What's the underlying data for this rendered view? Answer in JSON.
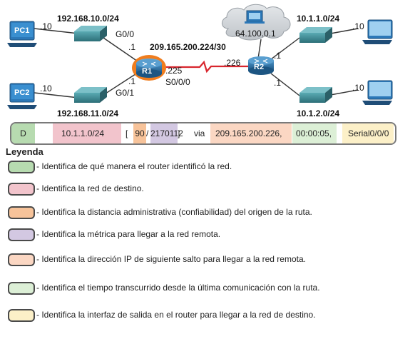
{
  "topology": {
    "lan_top_left": "192.168.10.0/24",
    "lan_bottom_left": "192.168.11.0/24",
    "wan_network": "209.165.200.224/30",
    "lan_top_right": "10.1.1.0/24",
    "lan_bottom_right": "10.1.2.0/24",
    "pc1_label": "PC1",
    "pc2_label": "PC2",
    "pc1_host": ".10",
    "pc2_host": ".10",
    "pc_top_right_host": ".10",
    "pc_bottom_right_host": ".10",
    "r1_label": "R1",
    "r2_label": "R2",
    "r1_g00": "G0/0",
    "r1_g01": "G0/1",
    "r1_g00_host": ".1",
    "r1_g01_host": ".1",
    "r1_serial_host": ".225",
    "r1_serial_if": "S0/0/0",
    "r2_serial_host": ".226",
    "r2_top_host": ".1",
    "r2_bottom_host": ".1",
    "cloud_host": "64.100.0.1"
  },
  "route_entry": {
    "code": "D",
    "network": "10.1.1.0/24",
    "bracket_open": "[",
    "ad": "90",
    "slash": "/",
    "metric": "2170112",
    "bracket_close": "]",
    "via": "via",
    "next_hop": "209.165.200.226,",
    "time": "00:00:05,",
    "interface": "Serial0/0/0"
  },
  "legend": {
    "title": "Leyenda",
    "items": [
      {
        "color": "#b7dbb0",
        "text": "- Identifica de qué manera el router identificó la red."
      },
      {
        "color": "#f2c4cc",
        "text": "- Identifica la red de destino."
      },
      {
        "color": "#f7c39a",
        "text": "- Identifica la distancia administrativa (confiabilidad) del origen de la ruta."
      },
      {
        "color": "#d3c8e2",
        "text": "- Identifica la métrica para llegar a la red remota."
      },
      {
        "color": "#fbd7c3",
        "text": "- Identifica la dirección IP de siguiente salto para llegar a la red remota."
      },
      {
        "color": "#dcefd6",
        "text": "- Identifica el tiempo transcurrido desde la última comunicación con la ruta."
      },
      {
        "color": "#fcf0c8",
        "text": "- Identifica la interfaz de salida en el router para llegar a la red de destino."
      }
    ]
  },
  "colors": {
    "code": "#b7dbb0",
    "network": "#f2c4cc",
    "ad": "#f7c39a",
    "metric": "#d3c8e2",
    "next_hop": "#fbd7c3",
    "time": "#dcefd6",
    "interface": "#fcf0c8",
    "router_blue": "#2d6fa3",
    "router_highlight": "#f07d1e",
    "serial_link": "#d8262e",
    "pc_blue": "#2c78b8",
    "switch_teal": "#3f8f9a"
  }
}
